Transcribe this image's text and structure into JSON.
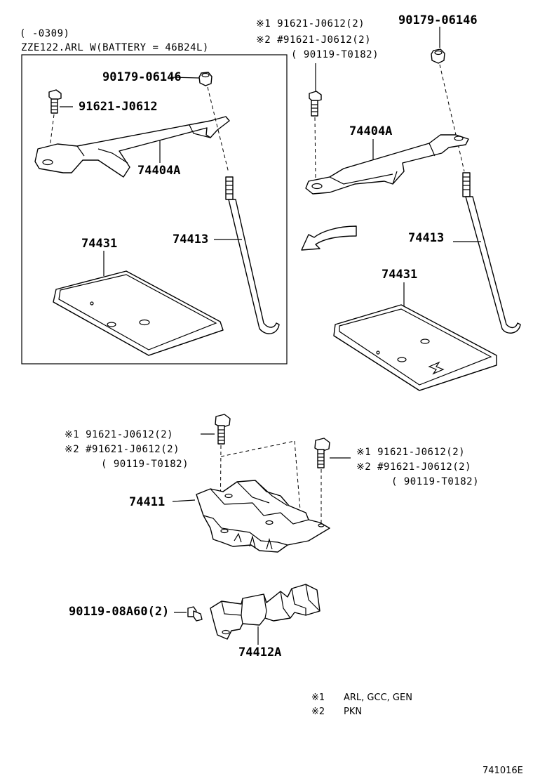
{
  "inset": {
    "range": "(      -0309)",
    "condition": "ZZE122.ARL   W(BATTERY  =  46B24L)",
    "nut": "90179-06146",
    "bolt": "91621-J0612",
    "clamp": "74404A",
    "tray": "74431",
    "rod": "74413"
  },
  "main_upper": {
    "bolt_note_1": "※1  91621-J0612(2)",
    "bolt_note_2": "※2  #91621-J0612(2)",
    "bolt_note_3": "( 90119-T0182)",
    "nut": "90179-06146",
    "clamp": "74404A",
    "rod": "74413",
    "tray": "74431"
  },
  "carrier": {
    "left_note_1": "※1  91621-J0612(2)",
    "left_note_2": "※2  #91621-J0612(2)",
    "left_note_3": "( 90119-T0182)",
    "right_note_1": "※1  91621-J0612(2)",
    "right_note_2": "※2  #91621-J0612(2)",
    "right_note_3": "( 90119-T0182)",
    "part": "74411"
  },
  "insulator": {
    "screw": "90119-08A60(2)",
    "part": "74412A"
  },
  "legend": {
    "row1_mark": "※1",
    "row1_text": "ARL, GCC, GEN",
    "row2_mark": "※2",
    "row2_text": "PKN"
  },
  "diagram_code": "741016E"
}
